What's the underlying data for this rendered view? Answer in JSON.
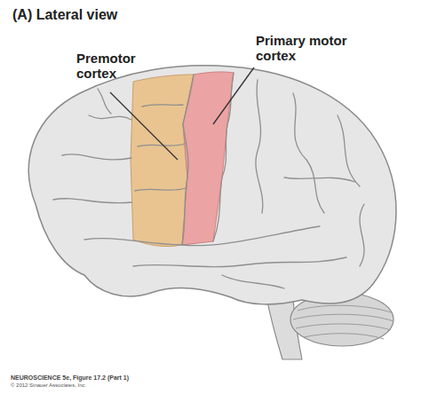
{
  "diagram": {
    "title": "(A) Lateral view",
    "labels": [
      "Premotor cortex",
      "Primary motor cortex",
      "NEUROSCIENCE 5e, Figure 17.2 (Part 1)",
      "© 2012 Sinauer Associates, Inc."
    ]
  }
}
